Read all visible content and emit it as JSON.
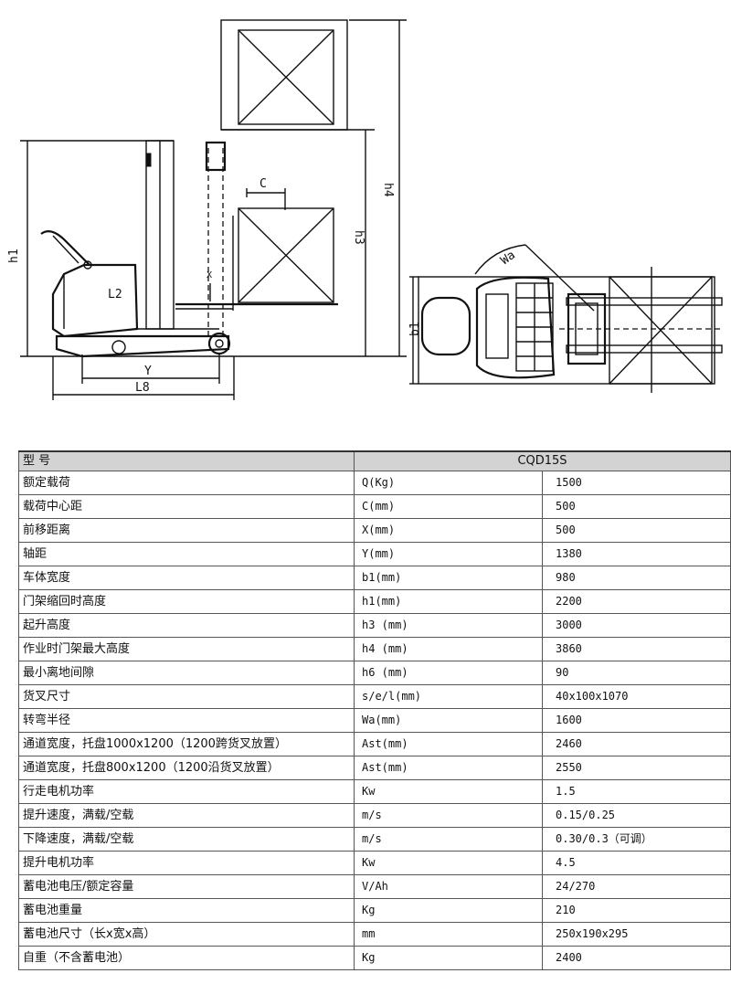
{
  "drawing": {
    "labels": {
      "h1": "h1",
      "h3": "h3",
      "h4": "h4",
      "c": "C",
      "x": "X",
      "y": "Y",
      "l8": "L8",
      "l2": "L2",
      "b1": "b1",
      "wa": "Wa"
    }
  },
  "table": {
    "header": {
      "label": "型 号",
      "model": "CQD15S"
    },
    "rows": [
      {
        "name": "额定载荷",
        "unit": "Q(Kg)",
        "value": "1500"
      },
      {
        "name": "载荷中心距",
        "unit": "C(mm)",
        "value": "500"
      },
      {
        "name": "前移距离",
        "unit": "X(mm)",
        "value": "500"
      },
      {
        "name": "轴距",
        "unit": "Y(mm)",
        "value": "1380"
      },
      {
        "name": "车体宽度",
        "unit": "b1(mm)",
        "value": "980"
      },
      {
        "name": "门架缩回时高度",
        "unit": "h1(mm)",
        "value": "2200"
      },
      {
        "name": "起升高度",
        "unit": "h3 (mm)",
        "value": "3000"
      },
      {
        "name": "作业时门架最大高度",
        "unit": "h4 (mm)",
        "value": "3860"
      },
      {
        "name": "最小离地间隙",
        "unit": "h6 (mm)",
        "value": "90"
      },
      {
        "name": "货叉尺寸",
        "unit": "s/e/l(mm)",
        "value": "40x100x1070"
      },
      {
        "name": "转弯半径",
        "unit": "Wa(mm)",
        "value": "1600"
      },
      {
        "name": "通道宽度，托盘1000x1200（1200跨货叉放置）",
        "unit": "Ast(mm)",
        "value": "2460"
      },
      {
        "name": "通道宽度，托盘800x1200（1200沿货叉放置）",
        "unit": "Ast(mm)",
        "value": "2550"
      },
      {
        "name": "行走电机功率",
        "unit": "Kw",
        "value": "1.5"
      },
      {
        "name": "提升速度，满载/空载",
        "unit": "m/s",
        "value": "0.15/0.25"
      },
      {
        "name": "下降速度，满载/空载",
        "unit": "m/s",
        "value": "0.30/0.3（可调）"
      },
      {
        "name": "提升电机功率",
        "unit": "Kw",
        "value": "4.5"
      },
      {
        "name": "蓄电池电压/额定容量",
        "unit": "V/Ah",
        "value": "24/270"
      },
      {
        "name": "蓄电池重量",
        "unit": "Kg",
        "value": "210"
      },
      {
        "name": "蓄电池尺寸（长x宽x高）",
        "unit": "mm",
        "value": "250x190x295"
      },
      {
        "name": "自重（不含蓄电池）",
        "unit": "Kg",
        "value": "2400"
      }
    ]
  }
}
